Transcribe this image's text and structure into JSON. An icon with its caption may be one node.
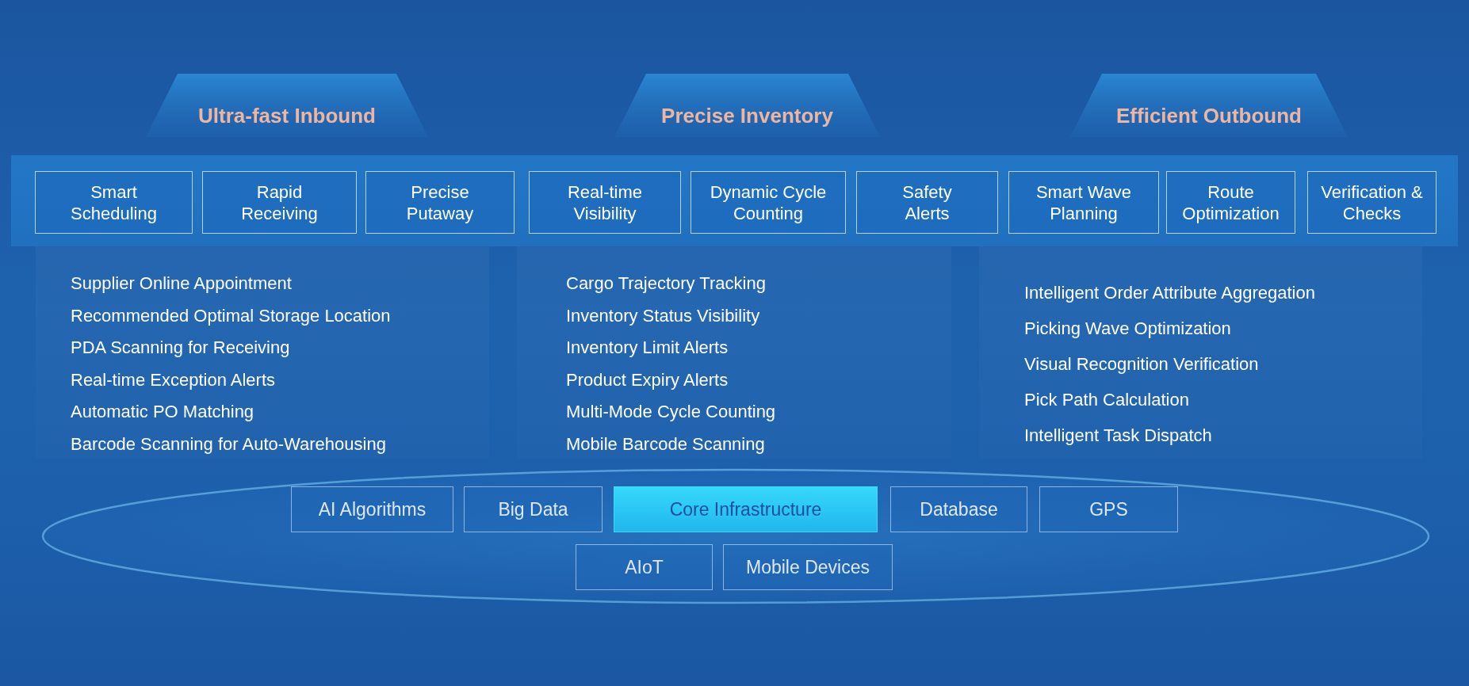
{
  "diagram": {
    "nodes": [
      {
        "text": [
          "Ultra-fast Inbound"
        ]
      },
      {
        "text": [
          "Precise Inventory"
        ]
      },
      {
        "text": [
          "Efficient Outbound"
        ]
      },
      {
        "text": [
          "Smart Scheduling"
        ]
      },
      {
        "text": [
          "Rapid Receiving"
        ]
      },
      {
        "text": [
          "Precise Putaway"
        ]
      },
      {
        "text": [
          "Real-time Visibility"
        ]
      },
      {
        "text": [
          "Dynamic Cycle Counting"
        ]
      },
      {
        "text": [
          "Safety Alerts"
        ]
      },
      {
        "text": [
          "Smart Wave Planning"
        ]
      },
      {
        "text": [
          "Route Optimization"
        ]
      },
      {
        "text": [
          "Verification & Checks"
        ]
      },
      {
        "text": [
          "Supplier Online Appointment",
          "Recommended Optimal Storage Location",
          "PDA Scanning for Receiving",
          "Real-time Exception Alerts",
          "Automatic PO Matching",
          "Barcode Scanning for Auto-Warehousing"
        ]
      },
      {
        "text": [
          "Cargo Trajectory Tracking",
          "Inventory Status Visibility",
          "Inventory Limit Alerts",
          "Product Expiry Alerts",
          "Multi-Mode Cycle Counting",
          "Mobile Barcode Scanning"
        ]
      },
      {
        "text": [
          "Intelligent Order Attribute Aggregation",
          "Picking Wave Optimization",
          "Visual Recognition Verification",
          "Pick Path Calculation",
          "Intelligent Task Dispatch"
        ]
      },
      {
        "text": [
          "AI Algorithms"
        ]
      },
      {
        "text": [
          "Big Data"
        ]
      },
      {
        "text": [
          "Core Infrastructure"
        ]
      },
      {
        "text": [
          "Database"
        ]
      },
      {
        "text": [
          "GPS"
        ]
      },
      {
        "text": [
          "AIoT"
        ]
      },
      {
        "text": [
          "Mobile Devices"
        ]
      }
    ]
  }
}
